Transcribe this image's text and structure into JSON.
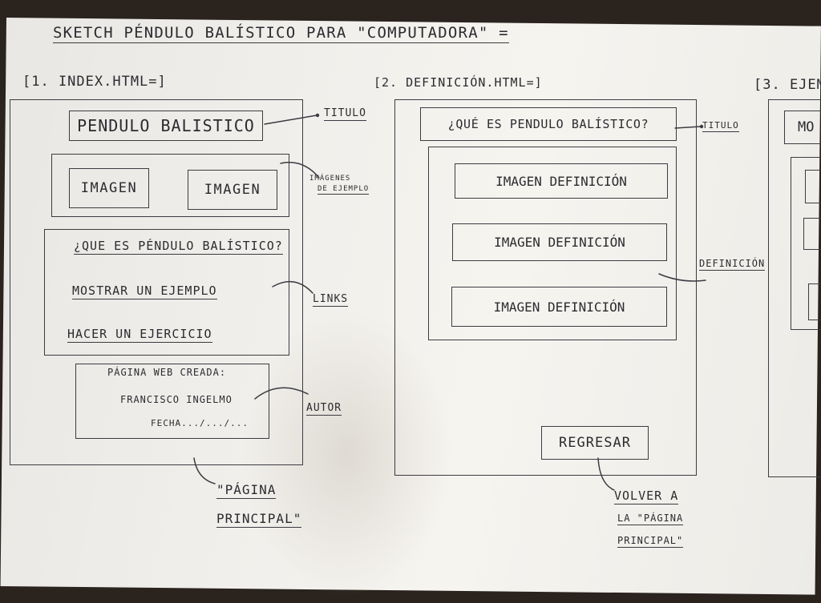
{
  "title": "SKETCH PÉNDULO BALÍSTICO PARA \"COMPUTADORA\" =",
  "page1": {
    "filename": "[1. INDEX.HTML=]",
    "heading": "PENDULO BALISTICO",
    "image_a": "IMAGEN",
    "image_b": "IMAGEN",
    "link_definition": "¿QUE ES PÉNDULO BALÍSTICO?",
    "link_example": "MOSTRAR UN EJEMPLO",
    "link_exercise": "HACER UN EJERCICIO",
    "footer_line1": "PÁGINA WEB CREADA:",
    "footer_line2": "FRANCISCO INGELMO",
    "footer_line3": "FECHA.../.../...",
    "note_title": "TITULO",
    "note_images": [
      "IMÁGENES",
      "DE EJEMPLO"
    ],
    "note_links": "LINKS",
    "note_author": "AUTOR",
    "note_page": [
      "\"PÁGINA",
      "PRINCIPAL\""
    ]
  },
  "page2": {
    "filename": "[2. DEFINICIÓN.HTML=]",
    "heading": "¿QUÉ ES PENDULO BALÍSTICO?",
    "images": [
      "IMAGEN DEFINICIÓN",
      "IMAGEN DEFINICIÓN",
      "IMAGEN DEFINICIÓN"
    ],
    "back_button": "REGRESAR",
    "note_title": "TITULO",
    "note_definition": "DEFINICIÓN",
    "note_back": [
      "VOLVER A",
      "LA \"PÁGINA",
      "PRINCIPAL\""
    ]
  },
  "page3": {
    "filename": "[3. EJEM",
    "heading": "MO"
  }
}
